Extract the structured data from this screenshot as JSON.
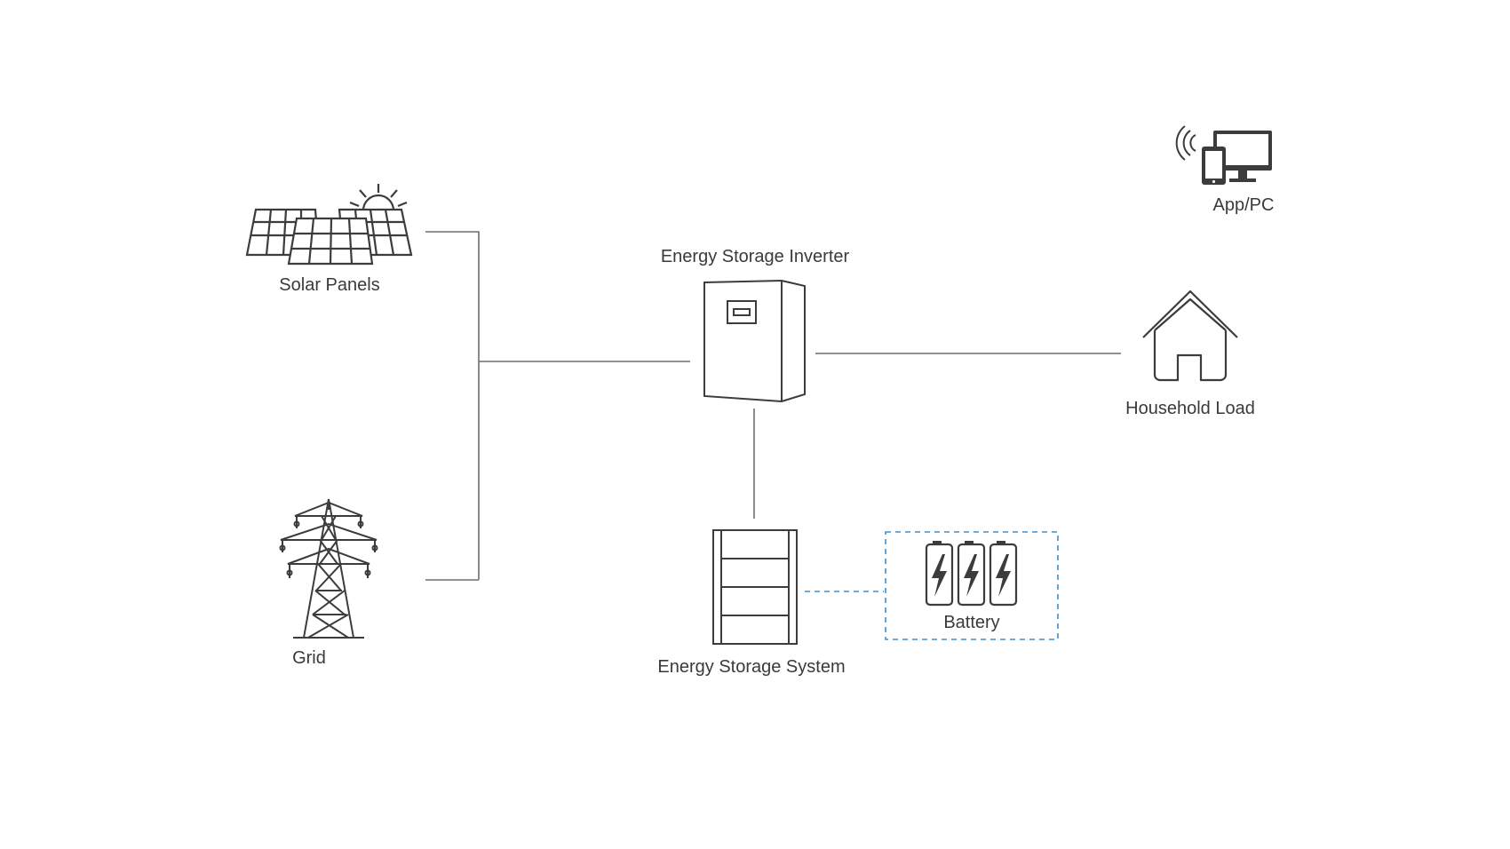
{
  "nodes": {
    "solar_panels": {
      "label": "Solar Panels",
      "icon": "solar-panel-icon"
    },
    "grid": {
      "label": "Grid",
      "icon": "transmission-tower-icon"
    },
    "inverter": {
      "label": "Energy Storage Inverter",
      "icon": "inverter-icon"
    },
    "household_load": {
      "label": "Household Load",
      "icon": "house-icon"
    },
    "energy_storage_system": {
      "label": "Energy Storage System",
      "icon": "battery-rack-icon"
    },
    "battery": {
      "label": "Battery",
      "icon": "battery-cells-icon"
    },
    "app_pc": {
      "label": "App/PC",
      "icon": "devices-icon"
    }
  },
  "colors": {
    "line": "#6e6e6e",
    "icon": "#3c3c3c",
    "text": "#3a3a3a",
    "battery_link": "#3d8fd1"
  }
}
